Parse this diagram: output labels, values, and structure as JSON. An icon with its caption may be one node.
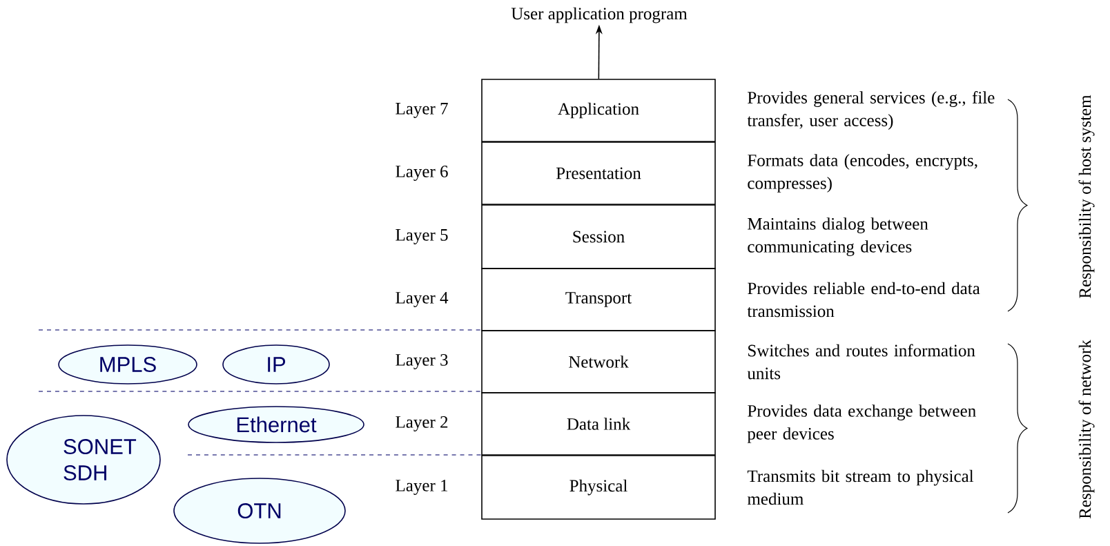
{
  "diagram": {
    "nodes": [
      {
        "text": [
          "User application program"
        ]
      },
      {
        "text": [
          "Application"
        ],
        "beside": [
          "Layer 7",
          "Provides general services (e.g., file transfer, user access)"
        ]
      },
      {
        "text": [
          "Presentation"
        ],
        "beside": [
          "Layer 6",
          "Formats data (encodes, encrypts, compresses)"
        ]
      },
      {
        "text": [
          "Session"
        ],
        "beside": [
          "Layer 5",
          "Maintains dialog between communicating devices"
        ]
      },
      {
        "text": [
          "Transport"
        ],
        "beside": [
          "Layer 4",
          "Provides reliable end-to-end data transmission"
        ]
      },
      {
        "text": [
          "Network"
        ],
        "beside": [
          "Layer 3",
          "Switches and routes information units"
        ]
      },
      {
        "text": [
          "Data link"
        ],
        "beside": [
          "Layer 2",
          "Provides data exchange between peer devices"
        ]
      },
      {
        "text": [
          "Physical"
        ],
        "beside": [
          "Layer 1",
          "Transmits bit stream to physical medium"
        ]
      },
      {
        "text": [
          "MPLS"
        ]
      },
      {
        "text": [
          "IP"
        ]
      },
      {
        "text": [
          "Ethernet"
        ]
      },
      {
        "text": [
          "SONET SDH"
        ]
      },
      {
        "text": [
          "OTN"
        ]
      }
    ],
    "edges": [
      {
        "from": 1,
        "to": 0,
        "arrow": "to"
      }
    ],
    "labels": [
      "Responsibility of host system",
      "Responsibility of network"
    ]
  }
}
